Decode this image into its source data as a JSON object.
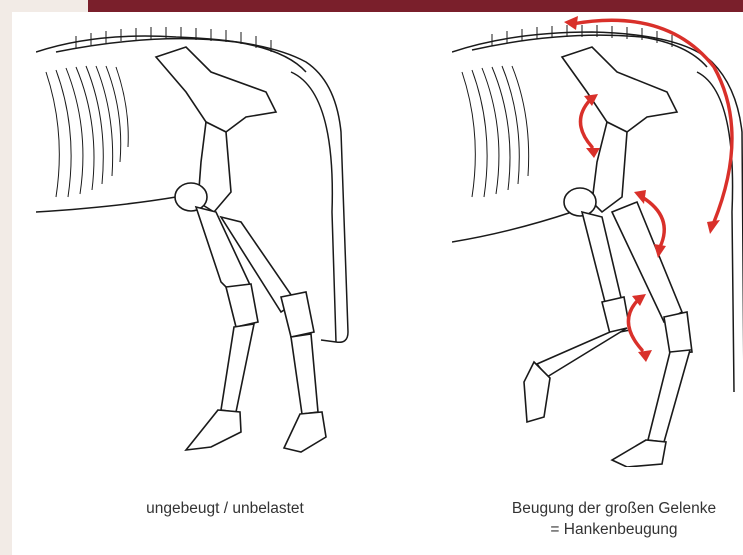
{
  "captions": {
    "left": "ungebeugt / unbelastet",
    "right_line1": "Beugung der großen Gelenke",
    "right_line2": "= Hankenbeugung"
  },
  "colors": {
    "header_bar": "#7a1f2b",
    "arrow": "#d9302a",
    "line": "#1a1a1a",
    "background": "#f2ebe6"
  }
}
